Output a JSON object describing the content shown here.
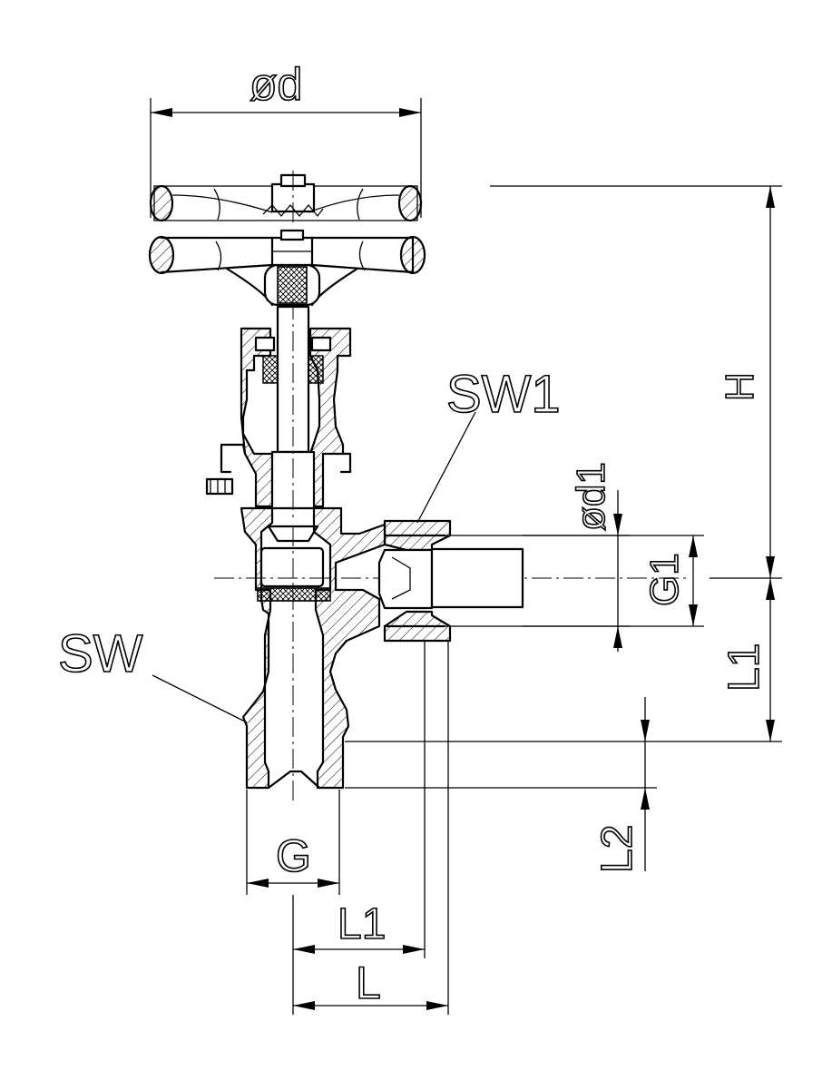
{
  "labels": {
    "od": "ød",
    "H": "H",
    "SW1": "SW1",
    "od1": "ød1",
    "G1": "G1",
    "L1_vertical": "L1",
    "SW": "SW",
    "L2": "L2",
    "G": "G",
    "L1_horizontal": "L1",
    "L": "L"
  }
}
